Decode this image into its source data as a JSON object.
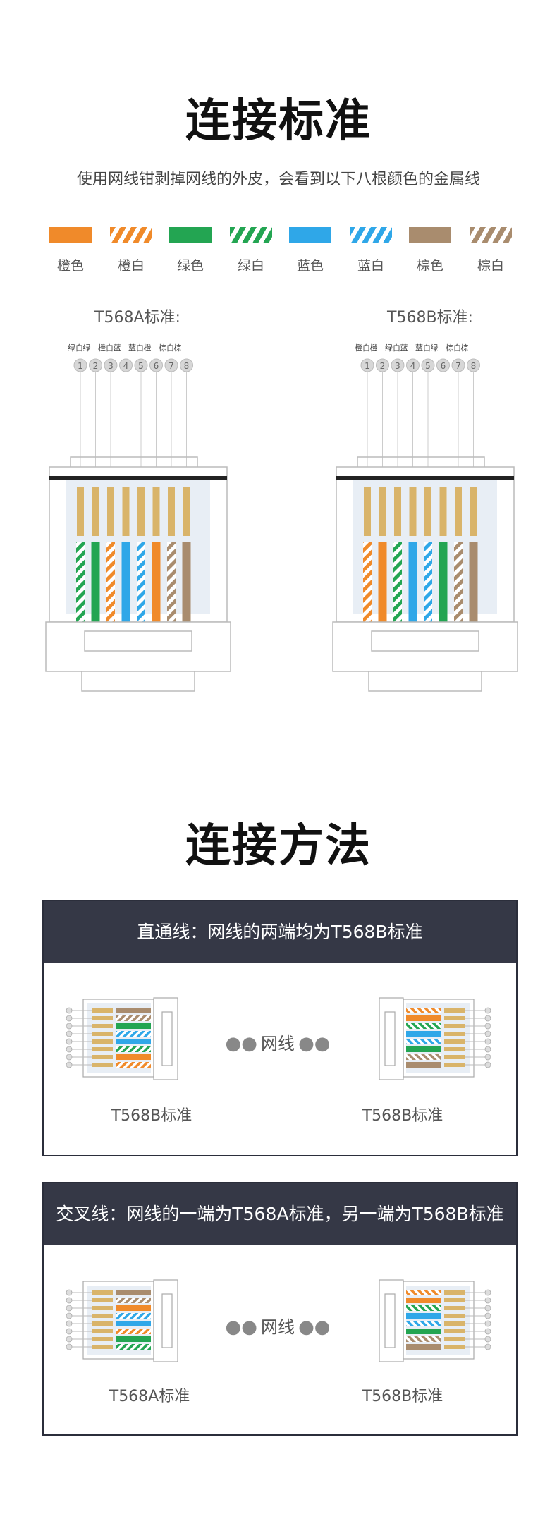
{
  "section1": {
    "title": "连接标准",
    "subtitle": "使用网线钳剥掉网线的外皮，会看到以下八根颜色的金属线",
    "swatches": [
      {
        "label": "橙色",
        "color": "#f08a2a",
        "striped": false
      },
      {
        "label": "橙白",
        "color": "#f08a2a",
        "striped": true
      },
      {
        "label": "绿色",
        "color": "#23a552",
        "striped": false
      },
      {
        "label": "绿白",
        "color": "#23a552",
        "striped": true
      },
      {
        "label": "蓝色",
        "color": "#2fa7e8",
        "striped": false
      },
      {
        "label": "蓝白",
        "color": "#2fa7e8",
        "striped": true
      },
      {
        "label": "棕色",
        "color": "#a98c6e",
        "striped": false
      },
      {
        "label": "棕白",
        "color": "#a98c6e",
        "striped": true
      }
    ],
    "t568a": {
      "title": "T568A标准:",
      "pin_labels": [
        "绿白",
        "绿",
        "橙白",
        "蓝",
        "蓝白",
        "橙",
        "棕白",
        "棕"
      ]
    },
    "t568b": {
      "title": "T568B标准:",
      "pin_labels": [
        "橙白",
        "橙",
        "绿白",
        "蓝",
        "蓝白",
        "绿",
        "棕白",
        "棕"
      ]
    },
    "pin_numbers": [
      "1",
      "2",
      "3",
      "4",
      "5",
      "6",
      "7",
      "8"
    ]
  },
  "section2": {
    "title": "连接方法",
    "straight": {
      "heading": "直通线：网线的两端均为T568B标准",
      "left_caption": "T568B标准",
      "middle": "网线",
      "right_caption": "T568B标准"
    },
    "crossover": {
      "heading": "交叉线：网线的一端为T568A标准，另一端为T568B标准",
      "left_caption": "T568A标准",
      "middle": "网线",
      "right_caption": "T568B标准"
    }
  },
  "colors": {
    "orange": "#f08a2a",
    "green": "#23a552",
    "blue": "#2fa7e8",
    "brown": "#a98c6e",
    "gold": "#d9b46a",
    "panel_header": "#353846"
  }
}
